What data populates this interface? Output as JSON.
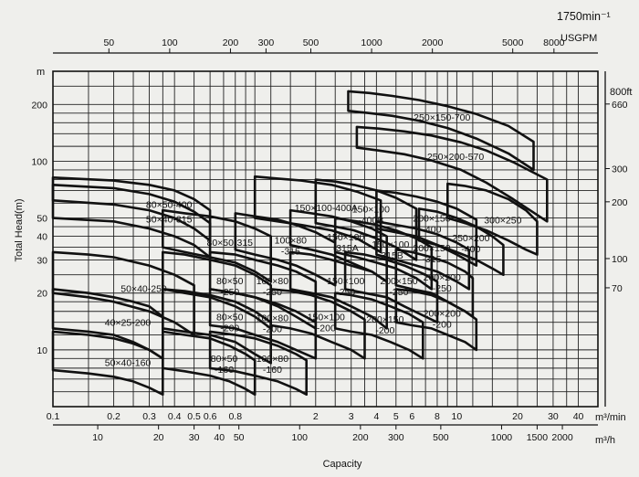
{
  "chart_data": {
    "type": "performance-chart",
    "speed": "1750min⁻¹",
    "xlabel": "Capacity",
    "ylabel": "Total Head(m)",
    "x_unit_top": "USGPM",
    "x_unit_m3min": "m³/min",
    "x_unit_m3h": "m³/h",
    "y_unit_m": "m",
    "y_right_ft_label": "800ft",
    "x_scale": "log",
    "y_scale": "log",
    "xlim_m3min": [
      0.1,
      50
    ],
    "ylim_m": [
      5,
      300
    ],
    "grid": true,
    "x_ticks_m3min": [
      "0.1",
      "0.2",
      "0.3",
      "0.4",
      "0.5",
      "0.6",
      "0.8",
      "2",
      "3",
      "4",
      "5",
      "6",
      "8",
      "10",
      "20",
      "30",
      "40"
    ],
    "x_ticks_m3h": [
      "10",
      "20",
      "30",
      "40",
      "50",
      "100",
      "200",
      "300",
      "500",
      "1000",
      "1500",
      "2000"
    ],
    "x_ticks_usgpm": [
      "50",
      "100",
      "200",
      "300",
      "500",
      "1000",
      "2000",
      "5000",
      "8000"
    ],
    "y_ticks_m": [
      "10",
      "20",
      "30",
      "40",
      "50",
      "100",
      "200"
    ],
    "y_ticks_ft": [
      "660",
      "300",
      "200",
      "100",
      "70"
    ],
    "models": [
      {
        "label": "250×150-700",
        "q": [
          2.9,
          3.7,
          4.8,
          6.5,
          9.0,
          12.5,
          18.0,
          24.0
        ],
        "h_top": [
          235,
          230,
          222,
          211,
          196,
          178,
          154,
          127
        ],
        "h_bottom": [
          185,
          180,
          174,
          164,
          150,
          132,
          110,
          90
        ]
      },
      {
        "label": "250×200-570",
        "q": [
          3.2,
          4.1,
          5.5,
          7.5,
          10.5,
          14.0,
          19.0,
          28.0
        ],
        "h_top": [
          152,
          149,
          144,
          137,
          126,
          114,
          99,
          80
        ],
        "h_bottom": [
          118,
          114,
          109,
          101,
          90,
          77,
          63,
          48
        ]
      },
      {
        "label": "150×100-400A",
        "q": [
          1.0,
          1.3,
          1.7,
          2.4,
          3.2,
          4.2
        ],
        "h_top": [
          83,
          81,
          79,
          75,
          69,
          62
        ],
        "h_bottom": [
          50,
          48,
          46,
          43,
          39,
          33
        ]
      },
      {
        "label": "150×100\n-400B",
        "q": [
          2.0,
          2.5,
          3.1,
          4.0,
          5.0,
          6.3
        ],
        "h_top": [
          80,
          78,
          75,
          70,
          64,
          56
        ],
        "h_bottom": [
          47,
          45,
          43,
          39,
          35,
          30
        ]
      },
      {
        "label": "200×150\n-400",
        "q": [
          4.0,
          5.0,
          6.3,
          8.0,
          10.0,
          12.5
        ],
        "h_top": [
          70,
          68,
          65,
          61,
          56,
          49
        ],
        "h_bottom": [
          44,
          42,
          40,
          36,
          32,
          28
        ]
      },
      {
        "label": "300×250",
        "q": [
          9.0,
          11.0,
          14.0,
          18.0,
          22.0,
          25.0
        ],
        "h_top": [
          76,
          74,
          70,
          63,
          55,
          48
        ],
        "h_bottom": [
          50,
          47,
          43,
          38,
          34,
          32
        ]
      },
      {
        "label": "250×200\n-400",
        "q": [
          6.5,
          8.0,
          10.0,
          12.5,
          15.0,
          17.0
        ],
        "h_top": [
          56,
          54,
          50,
          45,
          40,
          36
        ],
        "h_bottom": [
          38,
          36,
          33,
          30,
          27,
          25
        ]
      },
      {
        "label": "50×40-315",
        "q": [
          0.1,
          0.2,
          0.3,
          0.4,
          0.5,
          0.6
        ],
        "h_top": [
          75,
          72,
          67,
          61,
          54,
          47
        ],
        "h_bottom": [
          50,
          48,
          44,
          40,
          36,
          31
        ]
      },
      {
        "label": "80×50-400",
        "q": [
          0.1,
          0.2,
          0.3,
          0.4,
          0.5,
          0.6
        ],
        "h_top": [
          82,
          79,
          75,
          70,
          63,
          55
        ],
        "h_bottom": [
          62,
          59,
          55,
          50,
          44,
          38
        ]
      },
      {
        "label": "80×50-315",
        "q": [
          0.35,
          0.45,
          0.6,
          0.8,
          1.0,
          1.2
        ],
        "h_top": [
          55,
          53,
          51,
          48,
          44,
          40
        ],
        "h_bottom": [
          35,
          33,
          31,
          29,
          26,
          23
        ]
      },
      {
        "label": "100×80\n-315",
        "q": [
          0.8,
          1.0,
          1.3,
          1.6,
          2.0,
          2.5
        ],
        "h_top": [
          53,
          51,
          49,
          46,
          42,
          37
        ],
        "h_bottom": [
          34,
          32,
          30,
          28,
          25,
          22
        ]
      },
      {
        "label": "150×100\n-315A",
        "q": [
          1.5,
          1.9,
          2.4,
          3.0,
          3.8,
          4.5
        ],
        "h_top": [
          55,
          53,
          51,
          48,
          44,
          40
        ],
        "h_bottom": [
          36,
          34,
          32,
          29,
          26,
          23
        ]
      },
      {
        "label": "150×100\n-315B",
        "q": [
          2.5,
          3.2,
          4.0,
          5.0,
          6.3,
          7.5
        ],
        "h_top": [
          50,
          48,
          46,
          43,
          39,
          35
        ],
        "h_bottom": [
          33,
          31,
          29,
          27,
          24,
          21
        ]
      },
      {
        "label": "200×150\n-315",
        "q": [
          4.0,
          5.0,
          6.3,
          8.0,
          10.0,
          11.5
        ],
        "h_top": [
          48,
          46,
          44,
          41,
          37,
          34
        ],
        "h_bottom": [
          32,
          30,
          28,
          26,
          23,
          21
        ]
      },
      {
        "label": "50×40-250",
        "q": [
          0.1,
          0.15,
          0.2,
          0.3,
          0.4,
          0.5
        ],
        "h_top": [
          33,
          32,
          31,
          28,
          25,
          22
        ],
        "h_bottom": [
          20,
          19,
          18,
          16,
          14,
          12
        ]
      },
      {
        "label": "80×50\n-250",
        "q": [
          0.35,
          0.45,
          0.6,
          0.8,
          1.0,
          1.2
        ],
        "h_top": [
          33,
          32,
          30,
          28,
          25,
          22
        ],
        "h_bottom": [
          21,
          20,
          19,
          17,
          15,
          13
        ]
      },
      {
        "label": "100×80\n-250",
        "q": [
          0.6,
          0.8,
          1.0,
          1.3,
          1.6,
          2.0
        ],
        "h_top": [
          33,
          32,
          30,
          28,
          26,
          23
        ],
        "h_bottom": [
          21,
          20,
          19,
          17,
          15,
          13
        ]
      },
      {
        "label": "150×100\n-250",
        "q": [
          1.5,
          1.9,
          2.4,
          3.0,
          3.8,
          4.5
        ],
        "h_top": [
          33,
          32,
          30,
          28,
          26,
          23
        ],
        "h_bottom": [
          21,
          20,
          19,
          17,
          15,
          13
        ]
      },
      {
        "label": "200×150\n-250",
        "q": [
          2.8,
          3.5,
          4.5,
          5.5,
          7.0,
          8.0
        ],
        "h_top": [
          33,
          32,
          30,
          28,
          25,
          23
        ],
        "h_bottom": [
          21,
          20,
          19,
          17,
          15,
          14
        ]
      },
      {
        "label": "200×200\n-250",
        "q": [
          5.0,
          6.0,
          7.5,
          9.0,
          11.0,
          12.0
        ],
        "h_top": [
          34,
          33,
          31,
          29,
          26,
          24
        ],
        "h_bottom": [
          22,
          21,
          20,
          18,
          16,
          15
        ]
      },
      {
        "label": "40×25-200",
        "q": [
          0.1,
          0.15,
          0.2,
          0.25,
          0.3,
          0.35
        ],
        "h_top": [
          21,
          20,
          19,
          18,
          17,
          15
        ],
        "h_bottom": [
          13,
          12.5,
          12,
          11,
          10,
          9
        ]
      },
      {
        "label": "80×50\n-200",
        "q": [
          0.35,
          0.45,
          0.6,
          0.8,
          1.0,
          1.2
        ],
        "h_top": [
          21,
          20.5,
          19.5,
          18,
          16,
          14
        ],
        "h_bottom": [
          13,
          12.5,
          12,
          11,
          9.5,
          8.5
        ]
      },
      {
        "label": "100×80\n-200",
        "q": [
          0.6,
          0.8,
          1.0,
          1.3,
          1.6,
          2.0
        ],
        "h_top": [
          21,
          20,
          19,
          17.5,
          16,
          14
        ],
        "h_bottom": [
          13.5,
          13,
          12,
          11,
          10,
          9
        ]
      },
      {
        "label": "150×100\n-200",
        "q": [
          1.2,
          1.5,
          1.9,
          2.4,
          3.0,
          3.5
        ],
        "h_top": [
          21,
          20.5,
          19.5,
          18,
          16,
          14.5
        ],
        "h_bottom": [
          13.5,
          13,
          12.2,
          11,
          10,
          9
        ]
      },
      {
        "label": "200×150\n-200",
        "q": [
          2.5,
          3.0,
          3.8,
          4.7,
          5.8,
          6.8
        ],
        "h_top": [
          20,
          19.5,
          18.5,
          17,
          15.5,
          14
        ],
        "h_bottom": [
          13,
          12.5,
          12,
          11,
          10,
          9
        ]
      },
      {
        "label": "200×200\n-200",
        "q": [
          5.0,
          6.0,
          7.5,
          9.0,
          11.0,
          12.5
        ],
        "h_top": [
          21,
          20.5,
          19.5,
          18,
          16,
          14.5
        ],
        "h_bottom": [
          14,
          13.5,
          13,
          12,
          11,
          10
        ]
      },
      {
        "label": "50×40-160",
        "q": [
          0.1,
          0.15,
          0.2,
          0.25,
          0.3,
          0.35
        ],
        "h_top": [
          12.5,
          12,
          11.5,
          10.8,
          10,
          9
        ],
        "h_bottom": [
          7.8,
          7.5,
          7.2,
          6.8,
          6.3,
          5.8
        ]
      },
      {
        "label": "80×50\n-160",
        "q": [
          0.35,
          0.45,
          0.6,
          0.75,
          0.9,
          1.0
        ],
        "h_top": [
          12.5,
          12,
          11.5,
          10.5,
          9.5,
          8.8
        ],
        "h_bottom": [
          8,
          7.7,
          7.3,
          6.8,
          6.2,
          5.8
        ]
      },
      {
        "label": "100×80\n-160",
        "q": [
          0.6,
          0.8,
          1.0,
          1.3,
          1.6,
          1.8
        ],
        "h_top": [
          12.5,
          12,
          11.5,
          10.5,
          9.5,
          8.8
        ],
        "h_bottom": [
          8,
          7.7,
          7.3,
          6.8,
          6.2,
          5.8
        ]
      }
    ]
  }
}
